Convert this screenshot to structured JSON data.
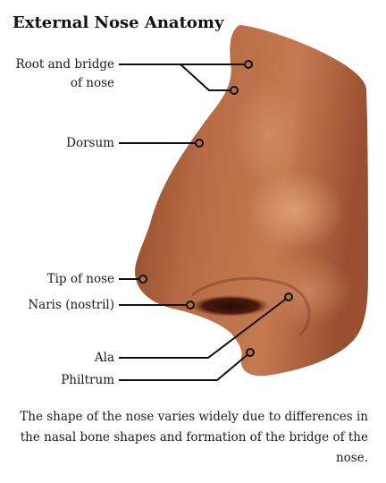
{
  "title": "External Nose Anatomy",
  "labels": {
    "root_bridge_line1": "Root and bridge",
    "root_bridge_line2": "of nose",
    "dorsum": "Dorsum",
    "tip": "Tip of nose",
    "naris": "Naris (nostril)",
    "ala": "Ala",
    "philtrum": "Philtrum"
  },
  "caption": "The shape of the nose varies widely due to differences in the nasal bone shapes and formation of the bridge of the nose.",
  "colors": {
    "skin_base": "#b86c45",
    "skin_highlight": "#d99a72",
    "skin_shadow": "#8a4528",
    "nostril": "#3a140c",
    "leader_line": "#111111"
  }
}
